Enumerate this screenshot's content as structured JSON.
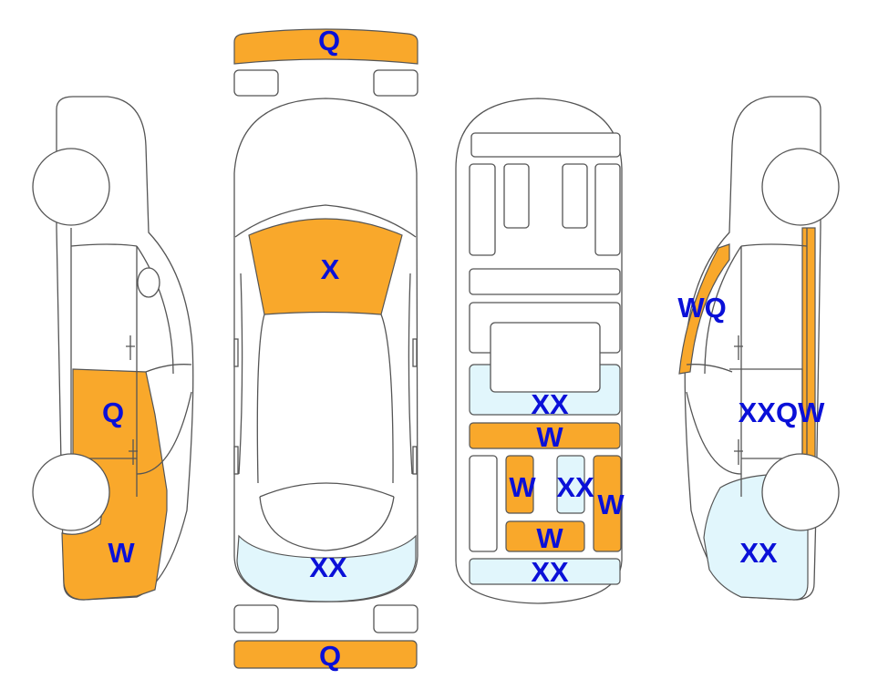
{
  "colors": {
    "orange_damage": "#F9A82B",
    "blue_damage": "#E1F6FC",
    "label": "#0A10D8",
    "outline": "#555555"
  },
  "labels": {
    "front_bumper": "Q",
    "hood": "X",
    "windshield": "XX",
    "rear_bumper": "Q",
    "trunk_top": "XX",
    "roof_rail": "W",
    "left_rocker": "W",
    "right_rocker": "W",
    "roof_center": "XX",
    "rear_seat": "W",
    "rear_glass": "XX",
    "left_front_door": "Q",
    "left_front_fender": "W",
    "right_a_pillar": "WQ",
    "right_front_door": "XXQW",
    "right_front_fender": "XX"
  }
}
